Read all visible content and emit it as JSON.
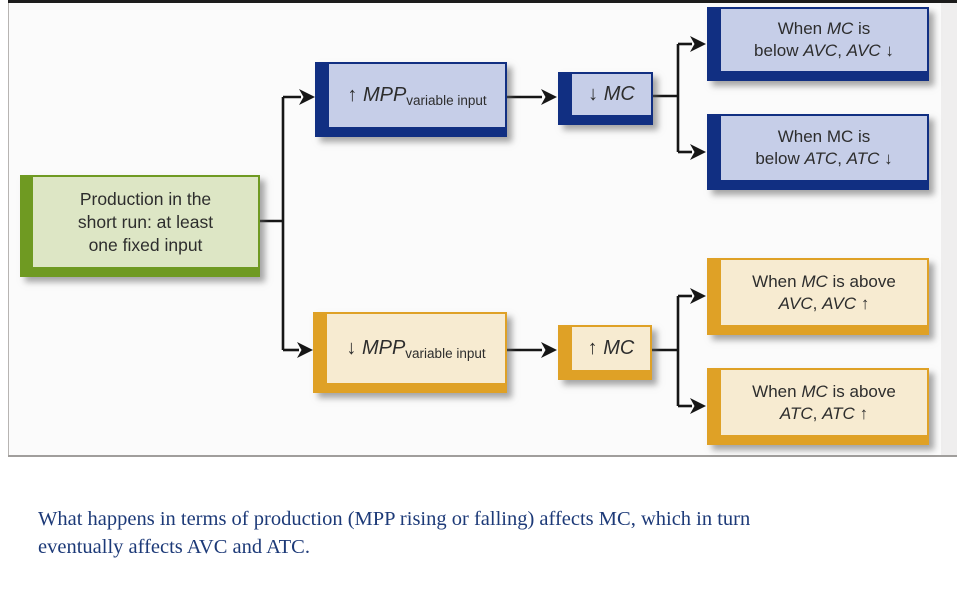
{
  "colors": {
    "navy": "#112f82",
    "blue_fill": "#c6cee8",
    "gold": "#dfa126",
    "cream_fill": "#f7ebd1",
    "olive": "#6f9a22",
    "green_fill": "#dde6c5",
    "box_text": "#2d2d2d",
    "caption": "#1d3a78",
    "wire": "#161616"
  },
  "diagram": {
    "root": {
      "lines": [
        "Production in the",
        "short run: at least",
        "one fixed input"
      ]
    },
    "mpp_up": {
      "prefix": "↑ ",
      "term": "MPP",
      "subscript": "variable input"
    },
    "mc_down": {
      "prefix": "↓ ",
      "term": "MC"
    },
    "mpp_down": {
      "prefix": "↓ ",
      "term": "MPP",
      "subscript": "variable input"
    },
    "mc_up": {
      "prefix": "↑ ",
      "term": "MC"
    },
    "outcomes": [
      {
        "id": "mc-below-avc",
        "lines": [
          [
            {
              "t": "When ",
              "i": 0
            },
            {
              "t": "MC",
              "i": 1
            },
            {
              "t": " is",
              "i": 0
            }
          ],
          [
            {
              "t": "below ",
              "i": 0
            },
            {
              "t": "AVC",
              "i": 1
            },
            {
              "t": ", ",
              "i": 0
            },
            {
              "t": "AVC",
              "i": 1
            },
            {
              "t": " ↓",
              "i": 0
            }
          ]
        ]
      },
      {
        "id": "mc-below-atc",
        "lines": [
          [
            {
              "t": "When MC is",
              "i": 0
            }
          ],
          [
            {
              "t": "below ",
              "i": 0
            },
            {
              "t": "ATC",
              "i": 1
            },
            {
              "t": ", ",
              "i": 0
            },
            {
              "t": "ATC",
              "i": 1
            },
            {
              "t": " ↓",
              "i": 0
            }
          ]
        ]
      },
      {
        "id": "mc-above-avc",
        "lines": [
          [
            {
              "t": "When ",
              "i": 0
            },
            {
              "t": "MC",
              "i": 1
            },
            {
              "t": " is above",
              "i": 0
            }
          ],
          [
            {
              "t": "AVC",
              "i": 1
            },
            {
              "t": ", ",
              "i": 0
            },
            {
              "t": "AVC",
              "i": 1
            },
            {
              "t": " ↑",
              "i": 0
            }
          ]
        ]
      },
      {
        "id": "mc-above-atc",
        "lines": [
          [
            {
              "t": "When ",
              "i": 0
            },
            {
              "t": "MC",
              "i": 1
            },
            {
              "t": " is above",
              "i": 0
            }
          ],
          [
            {
              "t": "ATC",
              "i": 1
            },
            {
              "t": ", ",
              "i": 0
            },
            {
              "t": "ATC",
              "i": 1
            },
            {
              "t": " ↑",
              "i": 0
            }
          ]
        ]
      }
    ]
  },
  "caption": {
    "line1": "What happens in terms of production (MPP rising or falling) affects MC, which in turn",
    "line2": "eventually affects AVC and ATC."
  }
}
